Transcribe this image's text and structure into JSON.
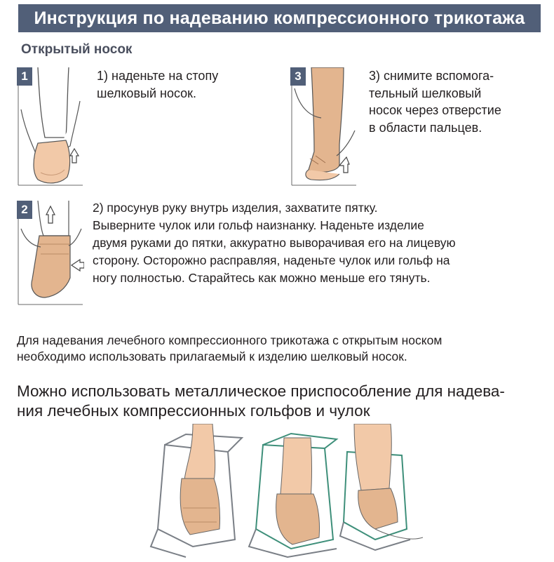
{
  "header": {
    "title": "Инструкция по надеванию компрессионного трикотажа"
  },
  "section": {
    "title": "Открытый носок"
  },
  "steps": [
    {
      "number": "1",
      "lines": [
        "1) наденьте на стопу",
        "шелковый носок."
      ]
    },
    {
      "number": "2",
      "lines": [
        "2) просунув руку внутрь изделия, захватите пятку.",
        "Выверните чулок или гольф наизнанку. Наденьте изделие",
        "двумя руками до пятки, аккуратно выворачивая его на лицевую",
        "сторону. Осторожно расправляя, наденьте чулок или гольф на",
        "ногу полностью. Старайтесь как можно меньше его тянуть."
      ]
    },
    {
      "number": "3",
      "lines": [
        "3) снимите вспомога-",
        "тельный шелковый",
        "носок через отверстие",
        "в области пальцев."
      ]
    }
  ],
  "note": {
    "lines": [
      "Для надевания лечебного компрессионного трикотажа с открытым носком",
      "необходимо использовать прилагаемый к изделию шелковый носок."
    ]
  },
  "device": {
    "lines": [
      "Можно использовать металлическое приспособление  для надева-",
      "ния лечебных компрессионных гольфов и чулок"
    ]
  },
  "colors": {
    "header_bg": "#515f78",
    "badge_bg": "#515f78",
    "skin": "#f2c9a8",
    "stocking": "#e3b58f",
    "green_frame": "#3e8f7a"
  }
}
